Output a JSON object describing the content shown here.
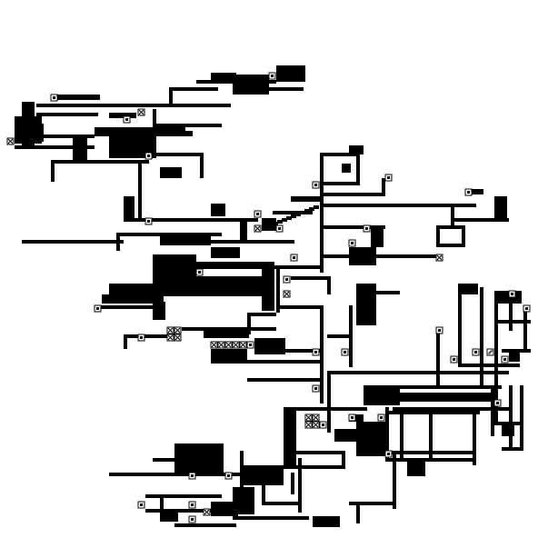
{
  "scene": {
    "kind": "ascii-style dungeon map",
    "background_color": "#ffffff",
    "ink_color": "#000000"
  },
  "legend_icons": {
    "wall": "wall-block",
    "corridor": "corridor-line",
    "door": "door-tile",
    "trap": "x-tile",
    "stair": "stair-tile"
  }
}
